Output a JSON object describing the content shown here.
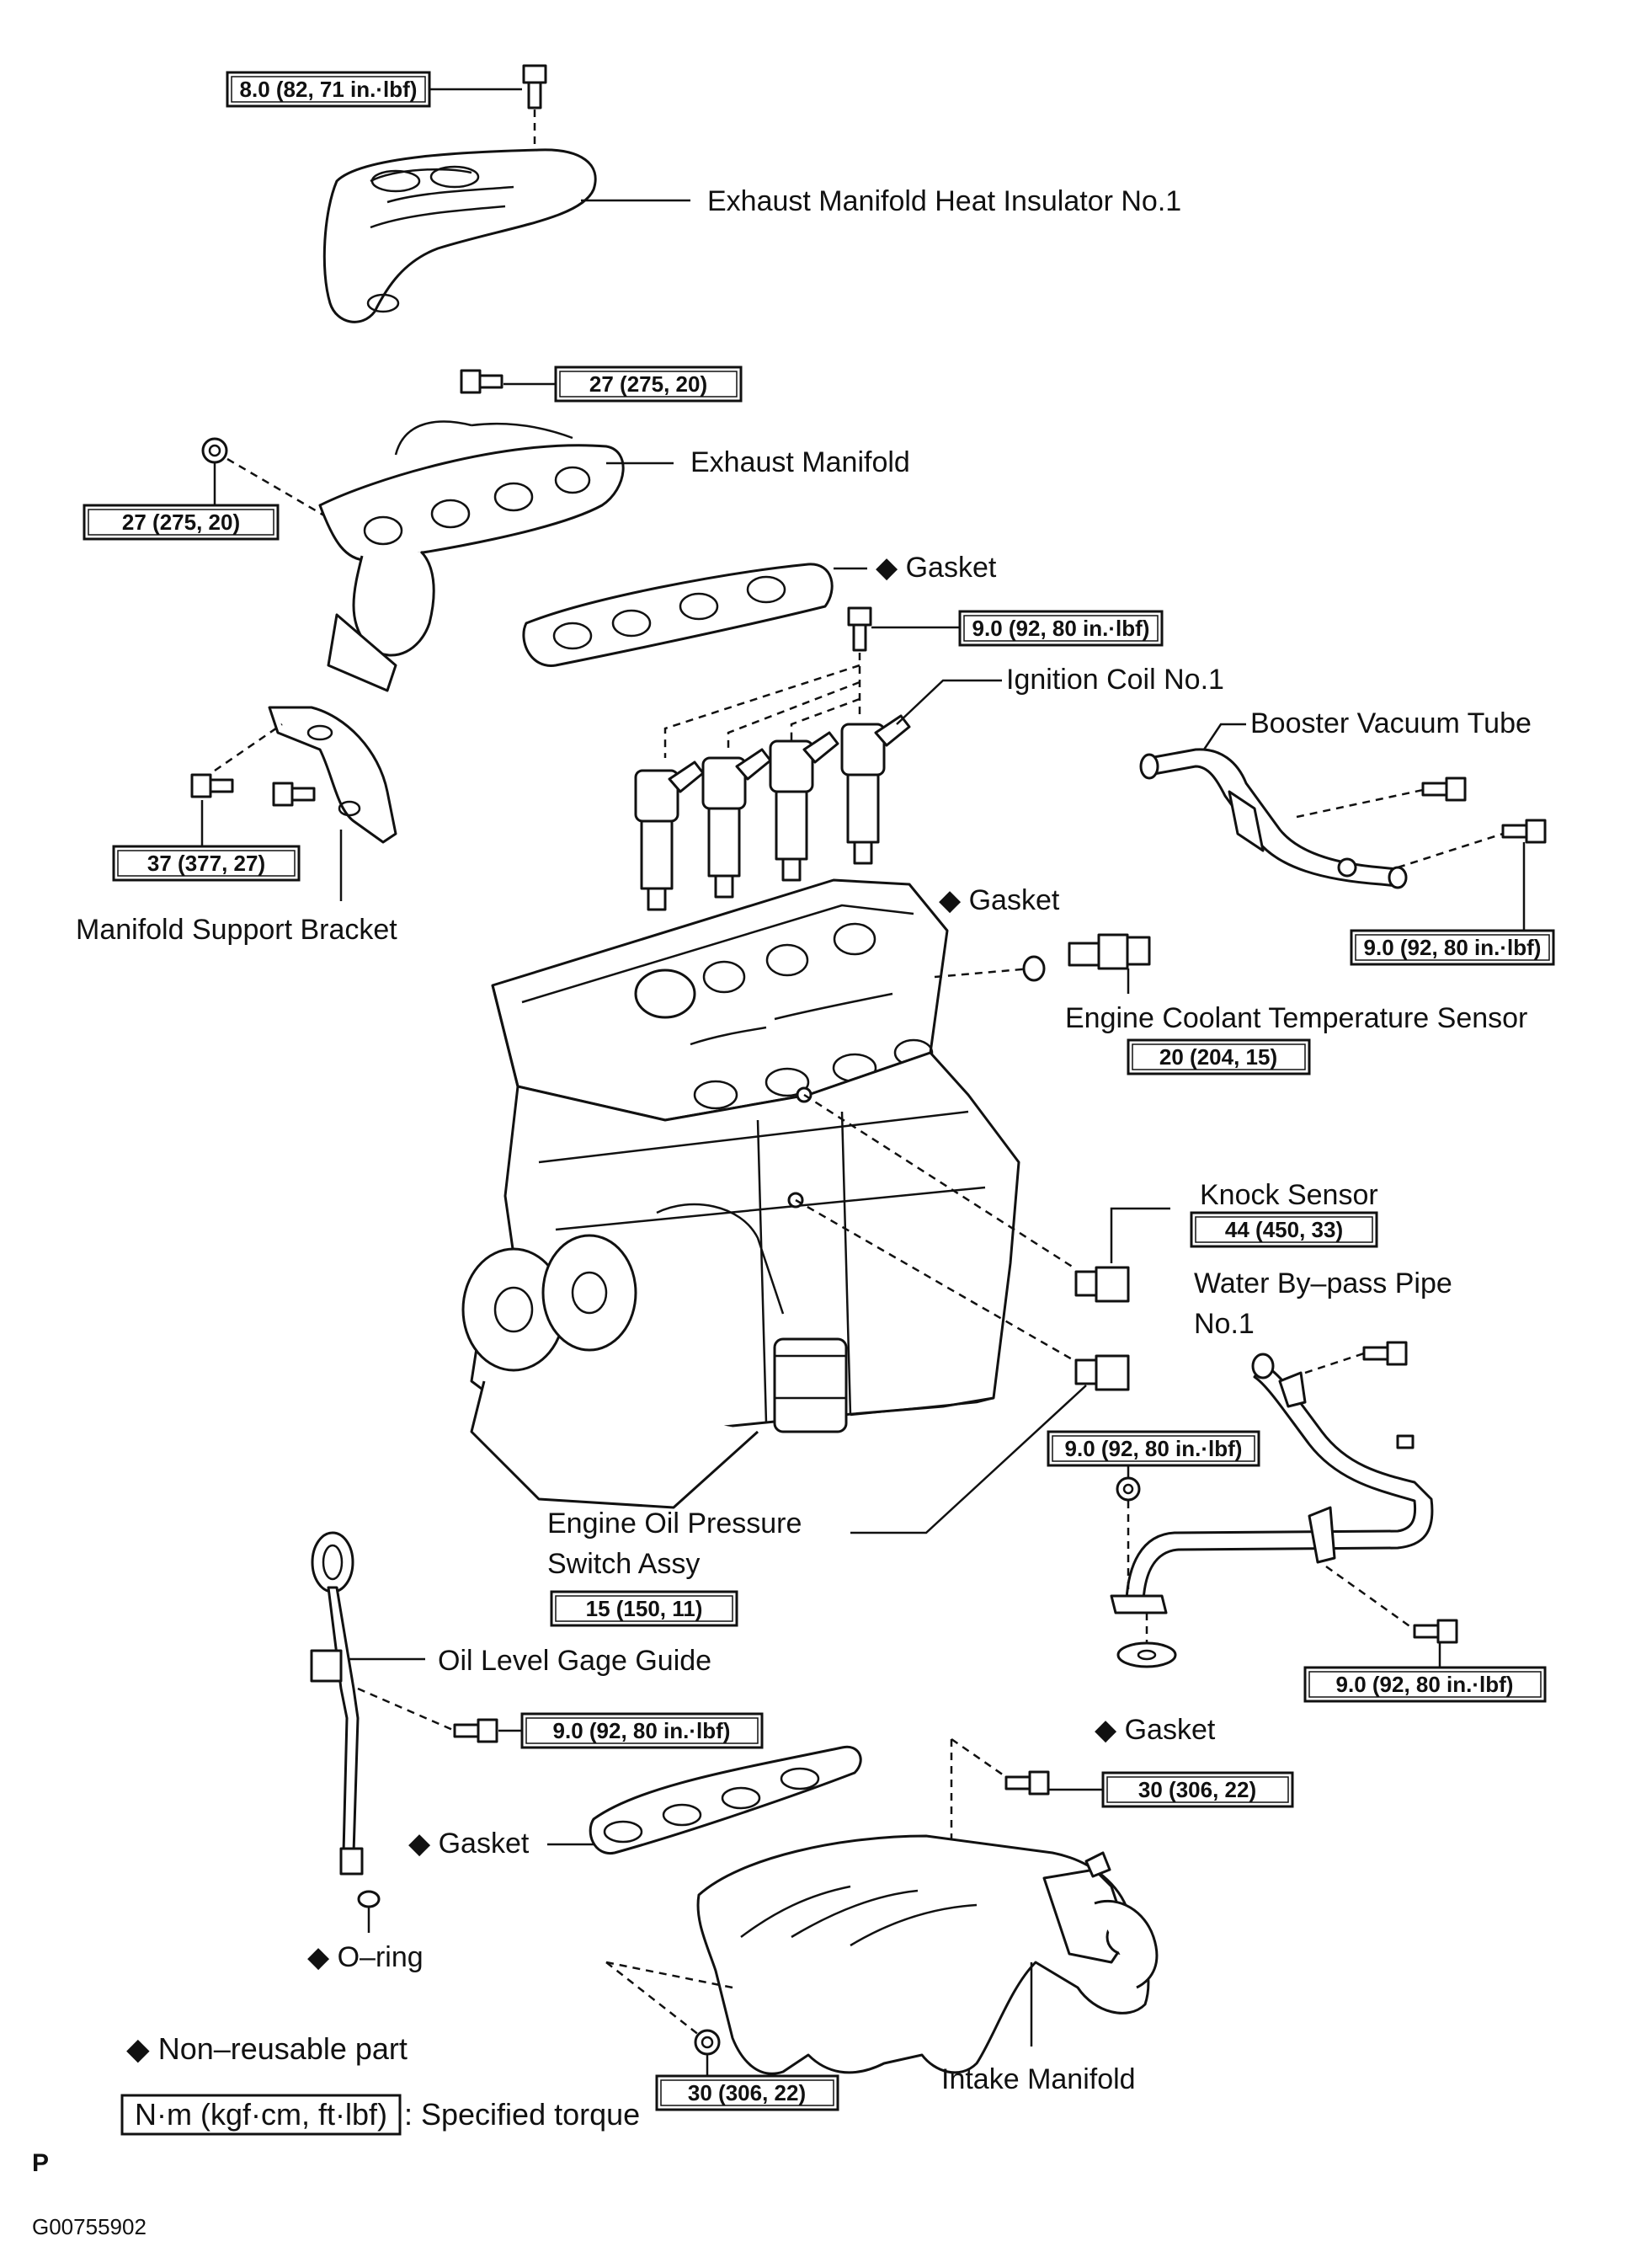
{
  "labels": {
    "heat_insulator": "Exhaust Manifold Heat Insulator No.1",
    "exhaust_manifold": "Exhaust Manifold",
    "gasket_exhaust": "Gasket",
    "ignition_coil": "Ignition Coil No.1",
    "booster_vacuum_tube": "Booster Vacuum Tube",
    "manifold_support_bracket": "Manifold Support Bracket",
    "gasket_coolant": "Gasket",
    "engine_coolant_temp_sensor": "Engine Coolant Temperature Sensor",
    "knock_sensor": "Knock Sensor",
    "water_bypass_pipe_line1": "Water By–pass Pipe",
    "water_bypass_pipe_line2": "No.1",
    "oil_pressure_switch_line1": "Engine Oil Pressure",
    "oil_pressure_switch_line2": "Switch Assy",
    "oil_level_gage_guide": "Oil Level Gage Guide",
    "gasket_water": "Gasket",
    "gasket_intake": "Gasket",
    "o_ring": "O–ring",
    "intake_manifold": "Intake Manifold"
  },
  "torques": {
    "heat_insulator_bolt": "8.0 (82, 71 in.·lbf)",
    "exhaust_manifold_top": "27 (275, 20)",
    "exhaust_manifold_left": "27 (275, 20)",
    "ignition_coil_bolt": "9.0 (92, 80 in.·lbf)",
    "support_bracket": "37 (377, 27)",
    "booster_vacuum_tube": "9.0 (92, 80 in.·lbf)",
    "coolant_temp_sensor": "20 (204, 15)",
    "knock_sensor": "44 (450, 33)",
    "water_pipe_nut": "9.0 (92, 80 in.·lbf)",
    "oil_pressure_switch": "15 (150, 11)",
    "water_pipe_bolt": "9.0 (92, 80 in.·lbf)",
    "oil_gage_guide": "9.0 (92, 80 in.·lbf)",
    "intake_manifold_bolt": "30 (306, 22)",
    "intake_manifold_nut": "30 (306, 22)"
  },
  "legend": {
    "non_reusable_symbol": "◆",
    "non_reusable": "Non–reusable part",
    "torque_unit": "N·m (kgf·cm, ft·lbf)",
    "specified_torque": ": Specified torque"
  },
  "footer": {
    "letter": "P",
    "code": "G00755902"
  }
}
